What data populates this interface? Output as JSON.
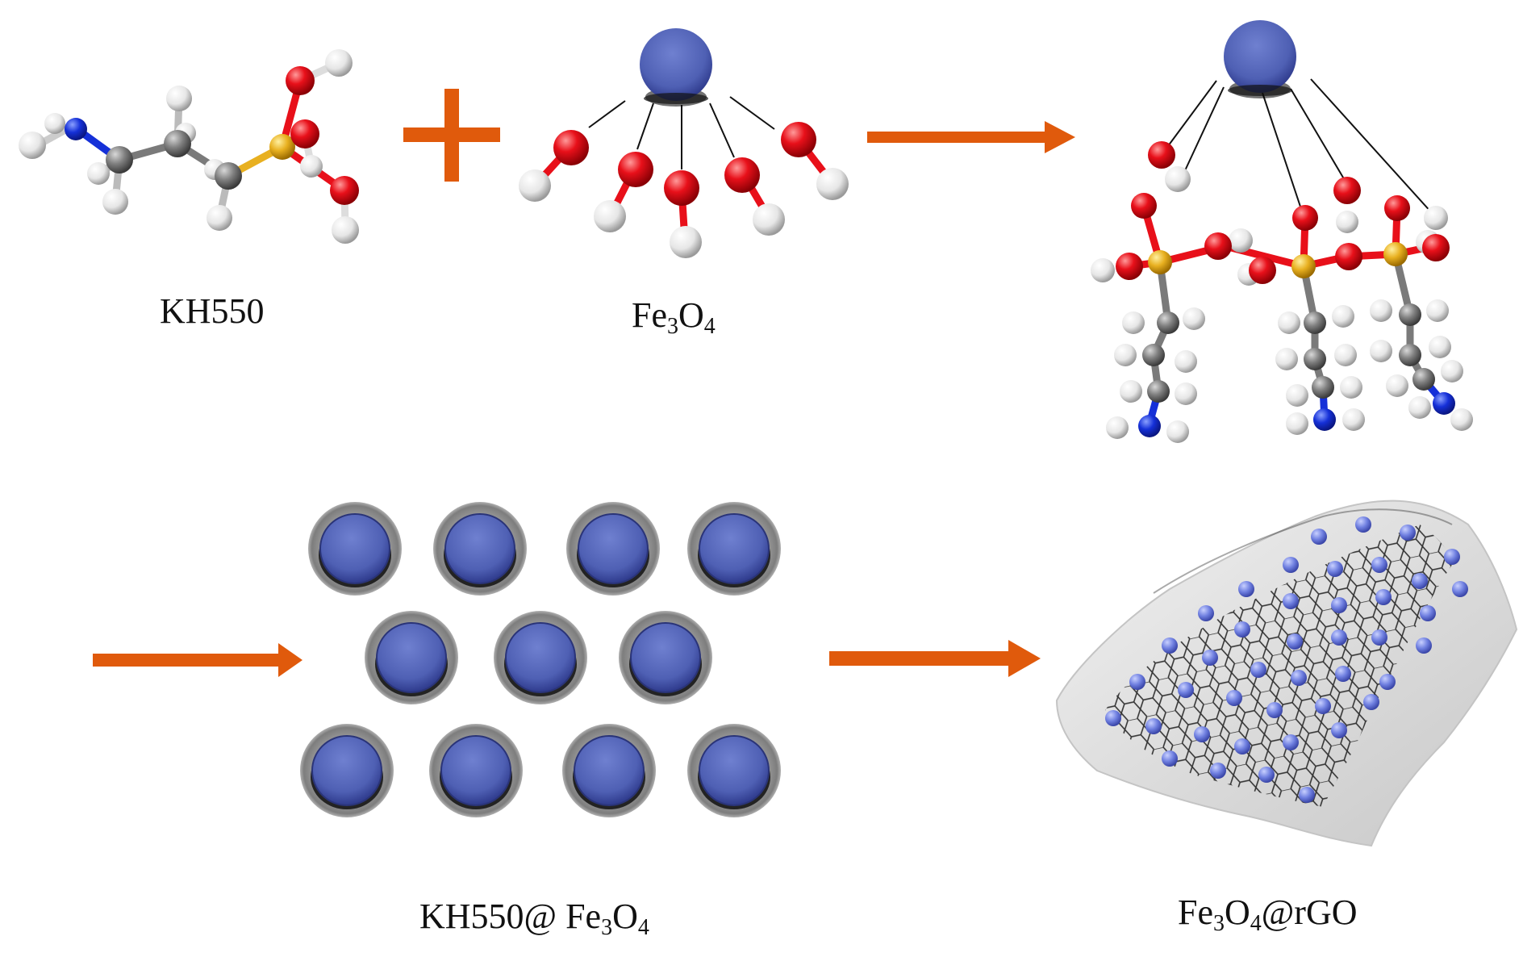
{
  "labels": {
    "kh550": "KH550",
    "fe3o4": {
      "base1": "Fe",
      "sub1": "3",
      "base2": "O",
      "sub2": "4"
    },
    "kh550_fe3o4": {
      "prefix": "KH550@ Fe",
      "sub1": "3",
      "mid": "O",
      "sub2": "4"
    },
    "fe3o4_rgo": {
      "base1": "Fe",
      "sub1": "3",
      "base2": "O",
      "sub2": "4",
      "suffix": "@rGO"
    }
  },
  "colors": {
    "arrow": "#E05A0C",
    "fe_particle": "#5566BB",
    "fe_particle_dark": "#2E3A8C",
    "shell": "#8A8A8A",
    "oxygen": "#E8101A",
    "hydrogen": "#F2F2F2",
    "carbon": "#808080",
    "nitrogen": "#1530D8",
    "silicon": "#E8B020",
    "bond_line": "#111111"
  },
  "icons": [
    "plus-icon",
    "arrow-right-icon",
    "molecule-icon",
    "nanoparticle-icon",
    "graphene-sheet-icon"
  ]
}
